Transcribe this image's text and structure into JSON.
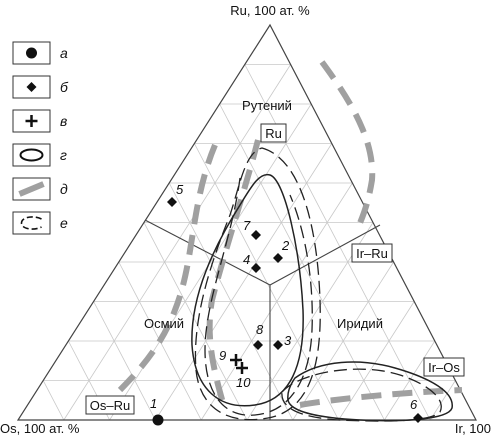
{
  "apex": {
    "top": "Ru, 100 ат. %",
    "left": "Os, 100 ат. %",
    "right": "Ir, 100"
  },
  "fields": {
    "ruthenium": "Рутений",
    "osmium": "Осмий",
    "iridium": "Иридий"
  },
  "boxes": {
    "ru": "Ru",
    "ir_ru": "Ir–Ru",
    "ir_os": "Ir–Os",
    "os_ru": "Os–Ru"
  },
  "legend": [
    {
      "symbol": "circle",
      "label": "а"
    },
    {
      "symbol": "diamond",
      "label": "б"
    },
    {
      "symbol": "plus",
      "label": "в"
    },
    {
      "symbol": "ellipse",
      "label": "г"
    },
    {
      "symbol": "thick-dash",
      "label": "д"
    },
    {
      "symbol": "dashed-contour",
      "label": "е"
    }
  ],
  "points": [
    {
      "label": "1",
      "symbol": "circle"
    },
    {
      "label": "2",
      "symbol": "diamond"
    },
    {
      "label": "3",
      "symbol": "diamond"
    },
    {
      "label": "4",
      "symbol": "diamond"
    },
    {
      "label": "5",
      "symbol": "diamond"
    },
    {
      "label": "6",
      "symbol": "diamond"
    },
    {
      "label": "7",
      "symbol": "diamond"
    },
    {
      "label": "8",
      "symbol": "diamond"
    },
    {
      "label": "9",
      "symbol": "plus"
    },
    {
      "label": "10",
      "symbol": "plus"
    }
  ],
  "colors": {
    "ink": "#111111",
    "grid": "#c8c8c8",
    "thick_dash": "#a0a0a0",
    "background": "#ffffff"
  }
}
